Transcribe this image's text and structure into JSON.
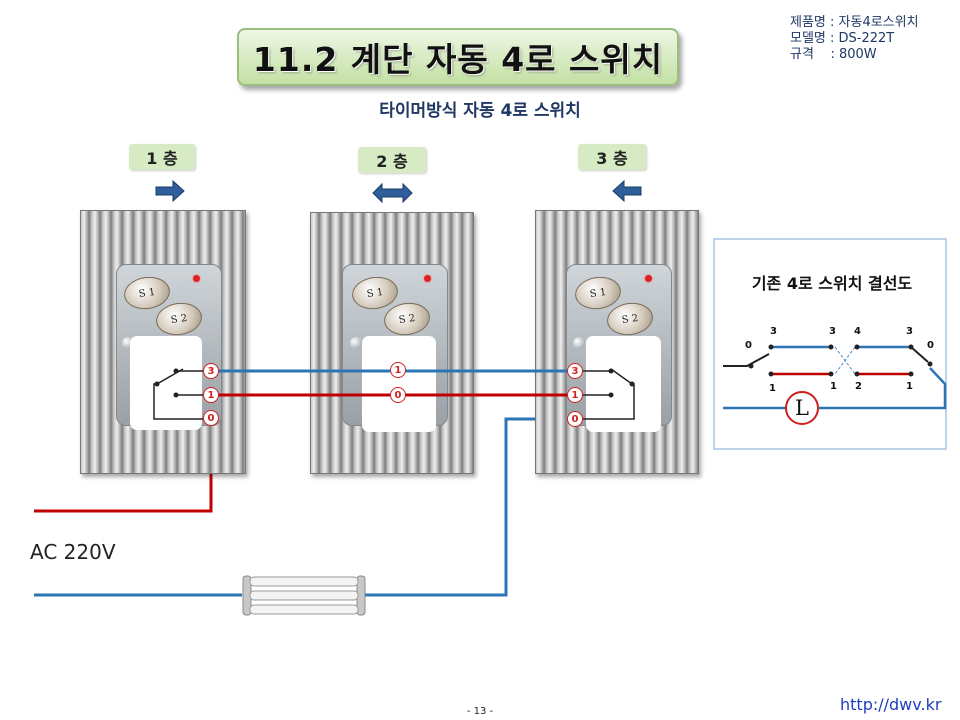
{
  "title": "11.2 계단 자동 4로 스위치",
  "subtitle": "타이머방식 자동 4로 스위치",
  "spec": {
    "product": "제품명 : 자동4로스위치",
    "model": "모델명 : DS-222T",
    "rating": "규격    : 800W"
  },
  "floors": [
    "1 층",
    "2 층",
    "3 층"
  ],
  "switches": {
    "button1": "S 1",
    "button2": "S 2",
    "left_terminals": [
      "3",
      "1",
      "0"
    ],
    "middle_terminals": [
      "1",
      "0"
    ],
    "right_terminals": [
      "3",
      "1",
      "0"
    ]
  },
  "supply_label": "AC 220V",
  "inset": {
    "title": "기존 4로 스위치 결선도",
    "labels_top": [
      "3",
      "3",
      "4",
      "3"
    ],
    "labels_bottom": [
      "1",
      "1",
      "2",
      "1"
    ],
    "label_left": "0",
    "label_right": "0",
    "lamp": "L"
  },
  "page_number": "- 13 -",
  "url": "http://dwv.kr",
  "colors": {
    "blue_wire": "#2e75b6",
    "red_wire": "#c00000",
    "arrow": "#2e5f9a",
    "title_bg": "#c3e0a4"
  }
}
